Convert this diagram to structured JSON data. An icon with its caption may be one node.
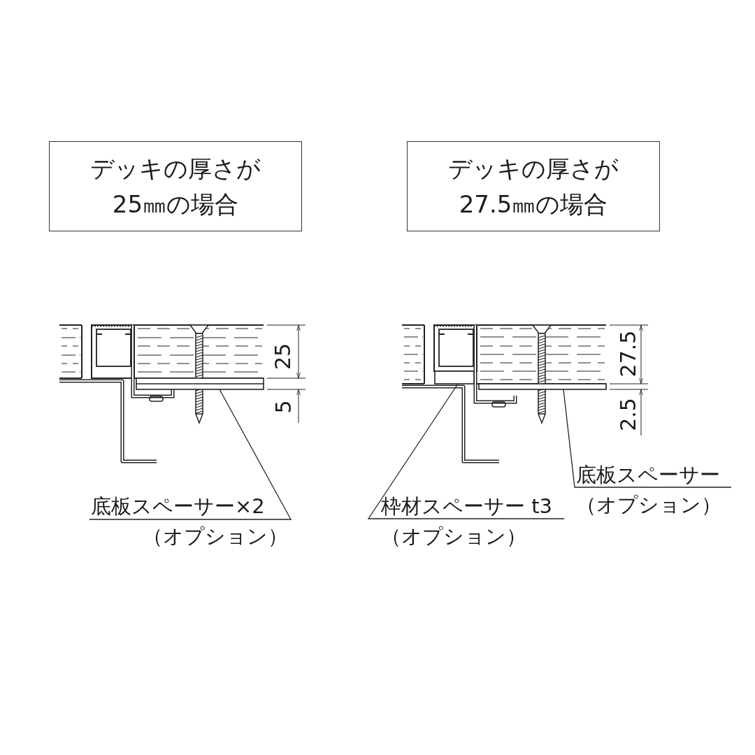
{
  "diagram": {
    "nodes": [
      {
        "text": [
          "デッキの厚さが25㎜の場合"
        ]
      },
      {
        "text": [
          "デッキの厚さが27.5㎜の場合"
        ]
      },
      {
        "text": [
          "底板スペーサー×2",
          "（オプション）"
        ]
      },
      {
        "text": [],
        "shape": "bar"
      },
      {
        "text": [
          "枠材スペーサー t3",
          "（オプション）"
        ]
      },
      {
        "text": [],
        "shape": "bar"
      },
      {
        "text": [
          "底板スペーサー",
          "（オプション）"
        ]
      },
      {
        "text": [],
        "shape": "bar"
      }
    ],
    "edges": [
      {
        "from": 2,
        "to": 3,
        "arrow": "none"
      },
      {
        "from": 4,
        "to": 5,
        "arrow": "none"
      },
      {
        "from": 6,
        "to": 7,
        "arrow": "none"
      }
    ],
    "labels": [
      "25",
      "5",
      "27.5",
      "2.5"
    ]
  }
}
